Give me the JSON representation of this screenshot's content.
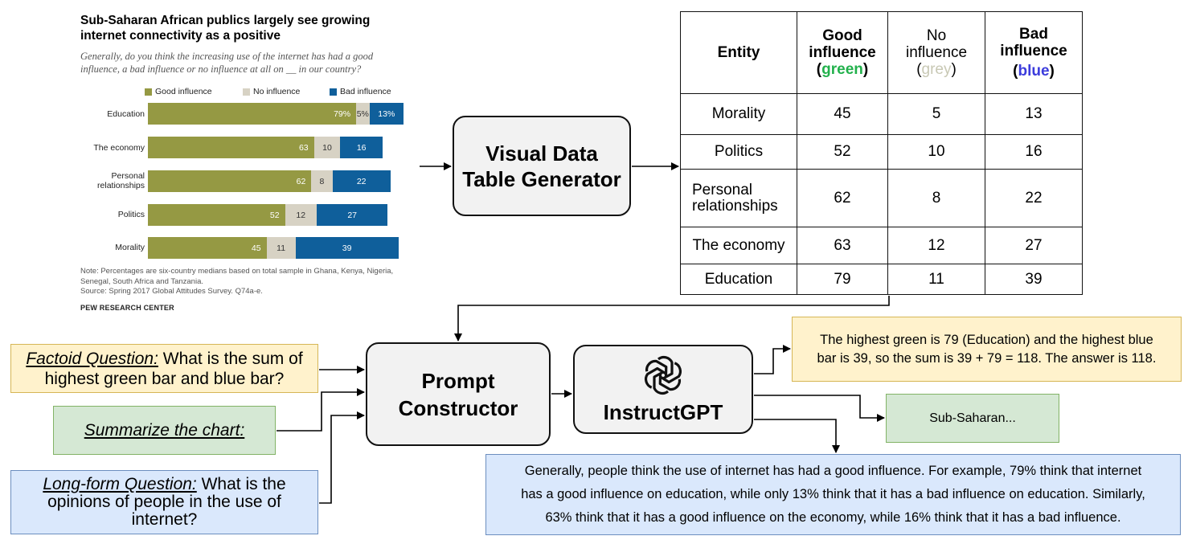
{
  "chart": {
    "title_line1": "Sub-Saharan African publics largely see growing",
    "title_line2": "internet connectivity as a positive",
    "subtitle_line1": "Generally, do you think the increasing use of the internet has had a good",
    "subtitle_line2": "influence, a bad influence or no influence at all on __ in our country?",
    "note_line1": "Note: Percentages are six-country medians based on total sample in Ghana, Kenya, Nigeria,",
    "note_line2": "Senegal, South Africa and Tanzania.",
    "note_line3": "Source: Spring 2017 Global Attitudes Survey. Q74a-e.",
    "brand": "PEW RESEARCH CENTER",
    "colors": {
      "good": "#959943",
      "none": "#d7d2c4",
      "bad": "#0f5f9b"
    }
  },
  "chart_data": {
    "type": "bar",
    "orientation": "horizontal",
    "stacked": true,
    "title": "Sub-Saharan African publics largely see growing internet connectivity as a positive",
    "subtitle": "Generally, do you think the increasing use of the internet has had a good influence, a bad influence or no influence at all on __ in our country?",
    "categories": [
      "Education",
      "The economy",
      "Personal relationships",
      "Politics",
      "Morality"
    ],
    "series": [
      {
        "name": "Good influence",
        "values": [
          79,
          63,
          62,
          52,
          45
        ],
        "labels": [
          "79%",
          "63",
          "62",
          "52",
          "45"
        ],
        "color": "#959943"
      },
      {
        "name": "No influence",
        "values": [
          5,
          10,
          8,
          12,
          11
        ],
        "labels": [
          "5%",
          "10",
          "8",
          "12",
          "11"
        ],
        "color": "#d7d2c4"
      },
      {
        "name": "Bad influence",
        "values": [
          13,
          16,
          22,
          27,
          39
        ],
        "labels": [
          "13%",
          "16",
          "22",
          "27",
          "39"
        ],
        "color": "#0f5f9b"
      }
    ],
    "legend_position": "top",
    "grid": false
  },
  "generator": {
    "line1": "Visual Data",
    "line2": "Table Generator"
  },
  "table": {
    "headers": {
      "entity": "Entity",
      "good": {
        "line1": "Good",
        "line2": "influence",
        "paren_open": "(",
        "color_word": "green",
        "paren_close": ")"
      },
      "none": {
        "line1": "No",
        "line2": "influence",
        "paren_open": "(",
        "color_word": "grey",
        "paren_close": ")"
      },
      "bad": {
        "line1": "Bad",
        "line2": "influence",
        "paren_open": "(",
        "color_word": "blue",
        "paren_close": ")"
      }
    },
    "header_word_colors": {
      "green": "#22b14c",
      "grey": "#c8c8b4",
      "blue": "#3c3cdc"
    },
    "rows": [
      {
        "entity": "Morality",
        "good": "45",
        "none": "5",
        "bad": "13"
      },
      {
        "entity": "Politics",
        "good": "52",
        "none": "10",
        "bad": "16"
      },
      {
        "entity_line1": "Personal",
        "entity_line2": "relationships",
        "good": "62",
        "none": "8",
        "bad": "22"
      },
      {
        "entity": "The economy",
        "good": "63",
        "none": "12",
        "bad": "27"
      },
      {
        "entity": "Education",
        "good": "79",
        "none": "11",
        "bad": "39"
      }
    ]
  },
  "factoid": {
    "prefix": "Factoid Question:",
    "text_line1": " What is the sum of",
    "text_line2": "highest green bar and blue bar?"
  },
  "summarize": {
    "text": "Summarize the chart:"
  },
  "longform": {
    "prefix": "Long-form Question:",
    "text_line1": " What is the",
    "text_line2": "opinions of people in the use of",
    "text_line3": "internet?"
  },
  "prompt_constructor": {
    "line1": "Prompt",
    "line2": "Constructor"
  },
  "instructgpt": {
    "label": "InstructGPT"
  },
  "answer_factoid": {
    "line1": "The highest green is 79 (Education) and the highest blue",
    "line2": "bar is 39, so the sum is 39 + 79 = 118. The answer is 118."
  },
  "answer_summary": {
    "text": "Sub-Saharan..."
  },
  "answer_longform": {
    "line1": "Generally, people think the use of internet has had a good influence. For example, 79% think that internet",
    "line2": "has a good influence on education, while only 13% think that it has a bad influence on education. Similarly,",
    "line3": "63% think that it has a good influence on the economy, while 16% think that it has a bad influence."
  }
}
